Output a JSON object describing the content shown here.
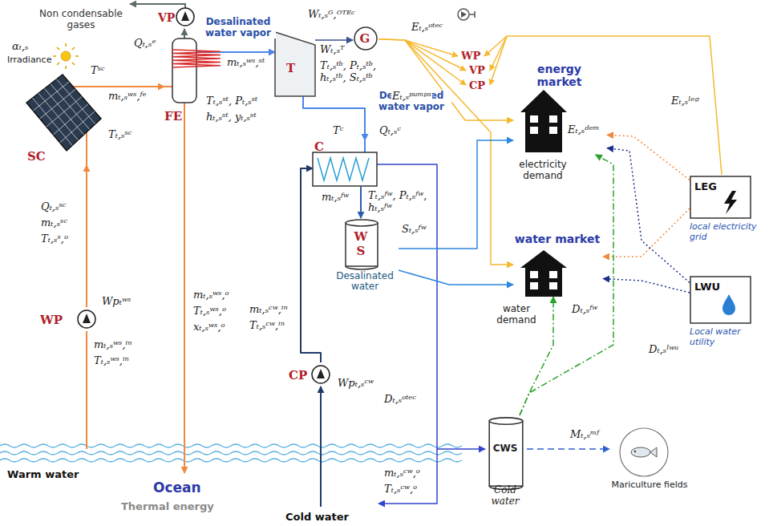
{
  "diagram": {
    "nodes": [
      {
        "text": [
          "SC"
        ]
      },
      {
        "text": [
          "FE"
        ]
      },
      {
        "text": [
          "VP"
        ]
      },
      {
        "text": [
          "T"
        ]
      },
      {
        "text": [
          "G"
        ]
      },
      {
        "text": [
          "C"
        ]
      },
      {
        "text": [
          "W S",
          "Desalinated water"
        ]
      },
      {
        "text": [
          "WP"
        ]
      },
      {
        "text": [
          "CP"
        ]
      },
      {
        "text": [
          "CWS",
          "Cold water"
        ]
      },
      {
        "text": [
          "energy market"
        ]
      },
      {
        "text": [
          "water market"
        ]
      },
      {
        "text": [
          "LEG",
          "local electricity grid"
        ]
      },
      {
        "text": [
          "LWU",
          "Local water utility"
        ]
      },
      {
        "text": [
          "Mariculture fields"
        ]
      }
    ],
    "edges": [
      {
        "from": 7,
        "to": 0,
        "arrow": "to"
      },
      {
        "from": 0,
        "to": 1,
        "arrow": "to"
      },
      {
        "from": 1,
        "to": 2,
        "arrow": "to"
      },
      {
        "from": 1,
        "to": 3,
        "arrow": "to"
      },
      {
        "from": 3,
        "to": 4,
        "arrow": "to"
      },
      {
        "from": 3,
        "to": 5,
        "arrow": "to"
      },
      {
        "from": 5,
        "to": 6,
        "arrow": "to"
      },
      {
        "from": 8,
        "to": 5,
        "arrow": "to"
      },
      {
        "from": 5,
        "to": 9,
        "arrow": "to"
      },
      {
        "from": 4,
        "to": 10,
        "arrow": "to"
      },
      {
        "from": 4,
        "to": 11,
        "arrow": "to"
      },
      {
        "from": 6,
        "to": 10,
        "arrow": "to"
      },
      {
        "from": 6,
        "to": 11,
        "arrow": "to"
      },
      {
        "from": 12,
        "to": 10,
        "arrow": "to"
      },
      {
        "from": 12,
        "to": 11,
        "arrow": "to"
      },
      {
        "from": 13,
        "to": 10,
        "arrow": "to"
      },
      {
        "from": 13,
        "to": 11,
        "arrow": "to"
      },
      {
        "from": 9,
        "to": 10,
        "arrow": "to"
      },
      {
        "from": 9,
        "to": 11,
        "arrow": "to"
      },
      {
        "from": 9,
        "to": 14,
        "arrow": "to"
      }
    ],
    "labels": [
      "Non condensable gases",
      "αₜ,ₛ",
      "Irradiance",
      "Tˢᶜ",
      "mₜ,ₛʷˢ,ᶠᵉ",
      "Tₜ,ₛˢᶜ",
      "Qₜ,ₛˢᶜ",
      "mₜ,ₛˢᶜ",
      "Tₜ,ₛˢ,ᵒ",
      "Wpₜʷˢ",
      "mₜ,ₛʷˢ,ⁱⁿ",
      "Tₜ,ₛʷˢ,ⁱⁿ",
      "Warm water",
      "Qₜ,ₛᵉ",
      "Desalinated water vapor",
      "mₜ,ₛʷˢ,ˢᵗ",
      "Tₜ,ₛˢᵗ, Pₜ,ₛˢᵗ",
      "hₜ,ₛˢᵗ, yₜ,ₛˢᵗ",
      "mₜ,ₛʷˢ,ᵒ",
      "Tₜ,ₛʷˢ,ᵒ",
      "xₜ,ₛʷˢ,ᵒ",
      "Ocean",
      "Thermal energy",
      "Wₜ,ₛᴳ,ᴼᵀᴱᶜ",
      "Wₜ,ₛᵀ",
      "Eₜ,ₛᵒᵗᵉᶜ",
      "Tₜ,ₛᵗᵇ, Pₜ,ₛᵗᵇ, hₜ,ₛᵗᵇ, Sₜ,ₛᵗᵇ",
      "Desalinated water vapor",
      "Tᶜ",
      "Qₜ,ₛᶜ",
      "mₜ,ₛᶜʷ,ⁱⁿ",
      "Tₜ,ₛᶜʷ,ⁱⁿ",
      "mₜ,ₛᶠʷ",
      "Tₜ,ₛᶠʷ, Pₜ,ₛᶠʷ, hₜ,ₛᶠʷ",
      "Sₜ,ₛᶠʷ",
      "Wpₜ,ₛᶜʷ",
      "Dₜ,ₛᵒᵗᵉᶜ",
      "mₜ,ₛᶜʷ,ᵒ",
      "Tₜ,ₛᶜʷ,ᵒ",
      "Cold water",
      "WP",
      "VP",
      "CP",
      "Eₜ,ₛᵖᵘᵐᵖˢ",
      "Eₜ,ₛᵈᵉᵐ",
      "electricity demand",
      "Dₜ,ₛᶠʷ",
      "water demand",
      "Eₜ,ₛˡᵉᵍ",
      "Dₜ,ₛˡʷᵘ",
      "Mₜ,ₛᵐᶠ"
    ]
  }
}
